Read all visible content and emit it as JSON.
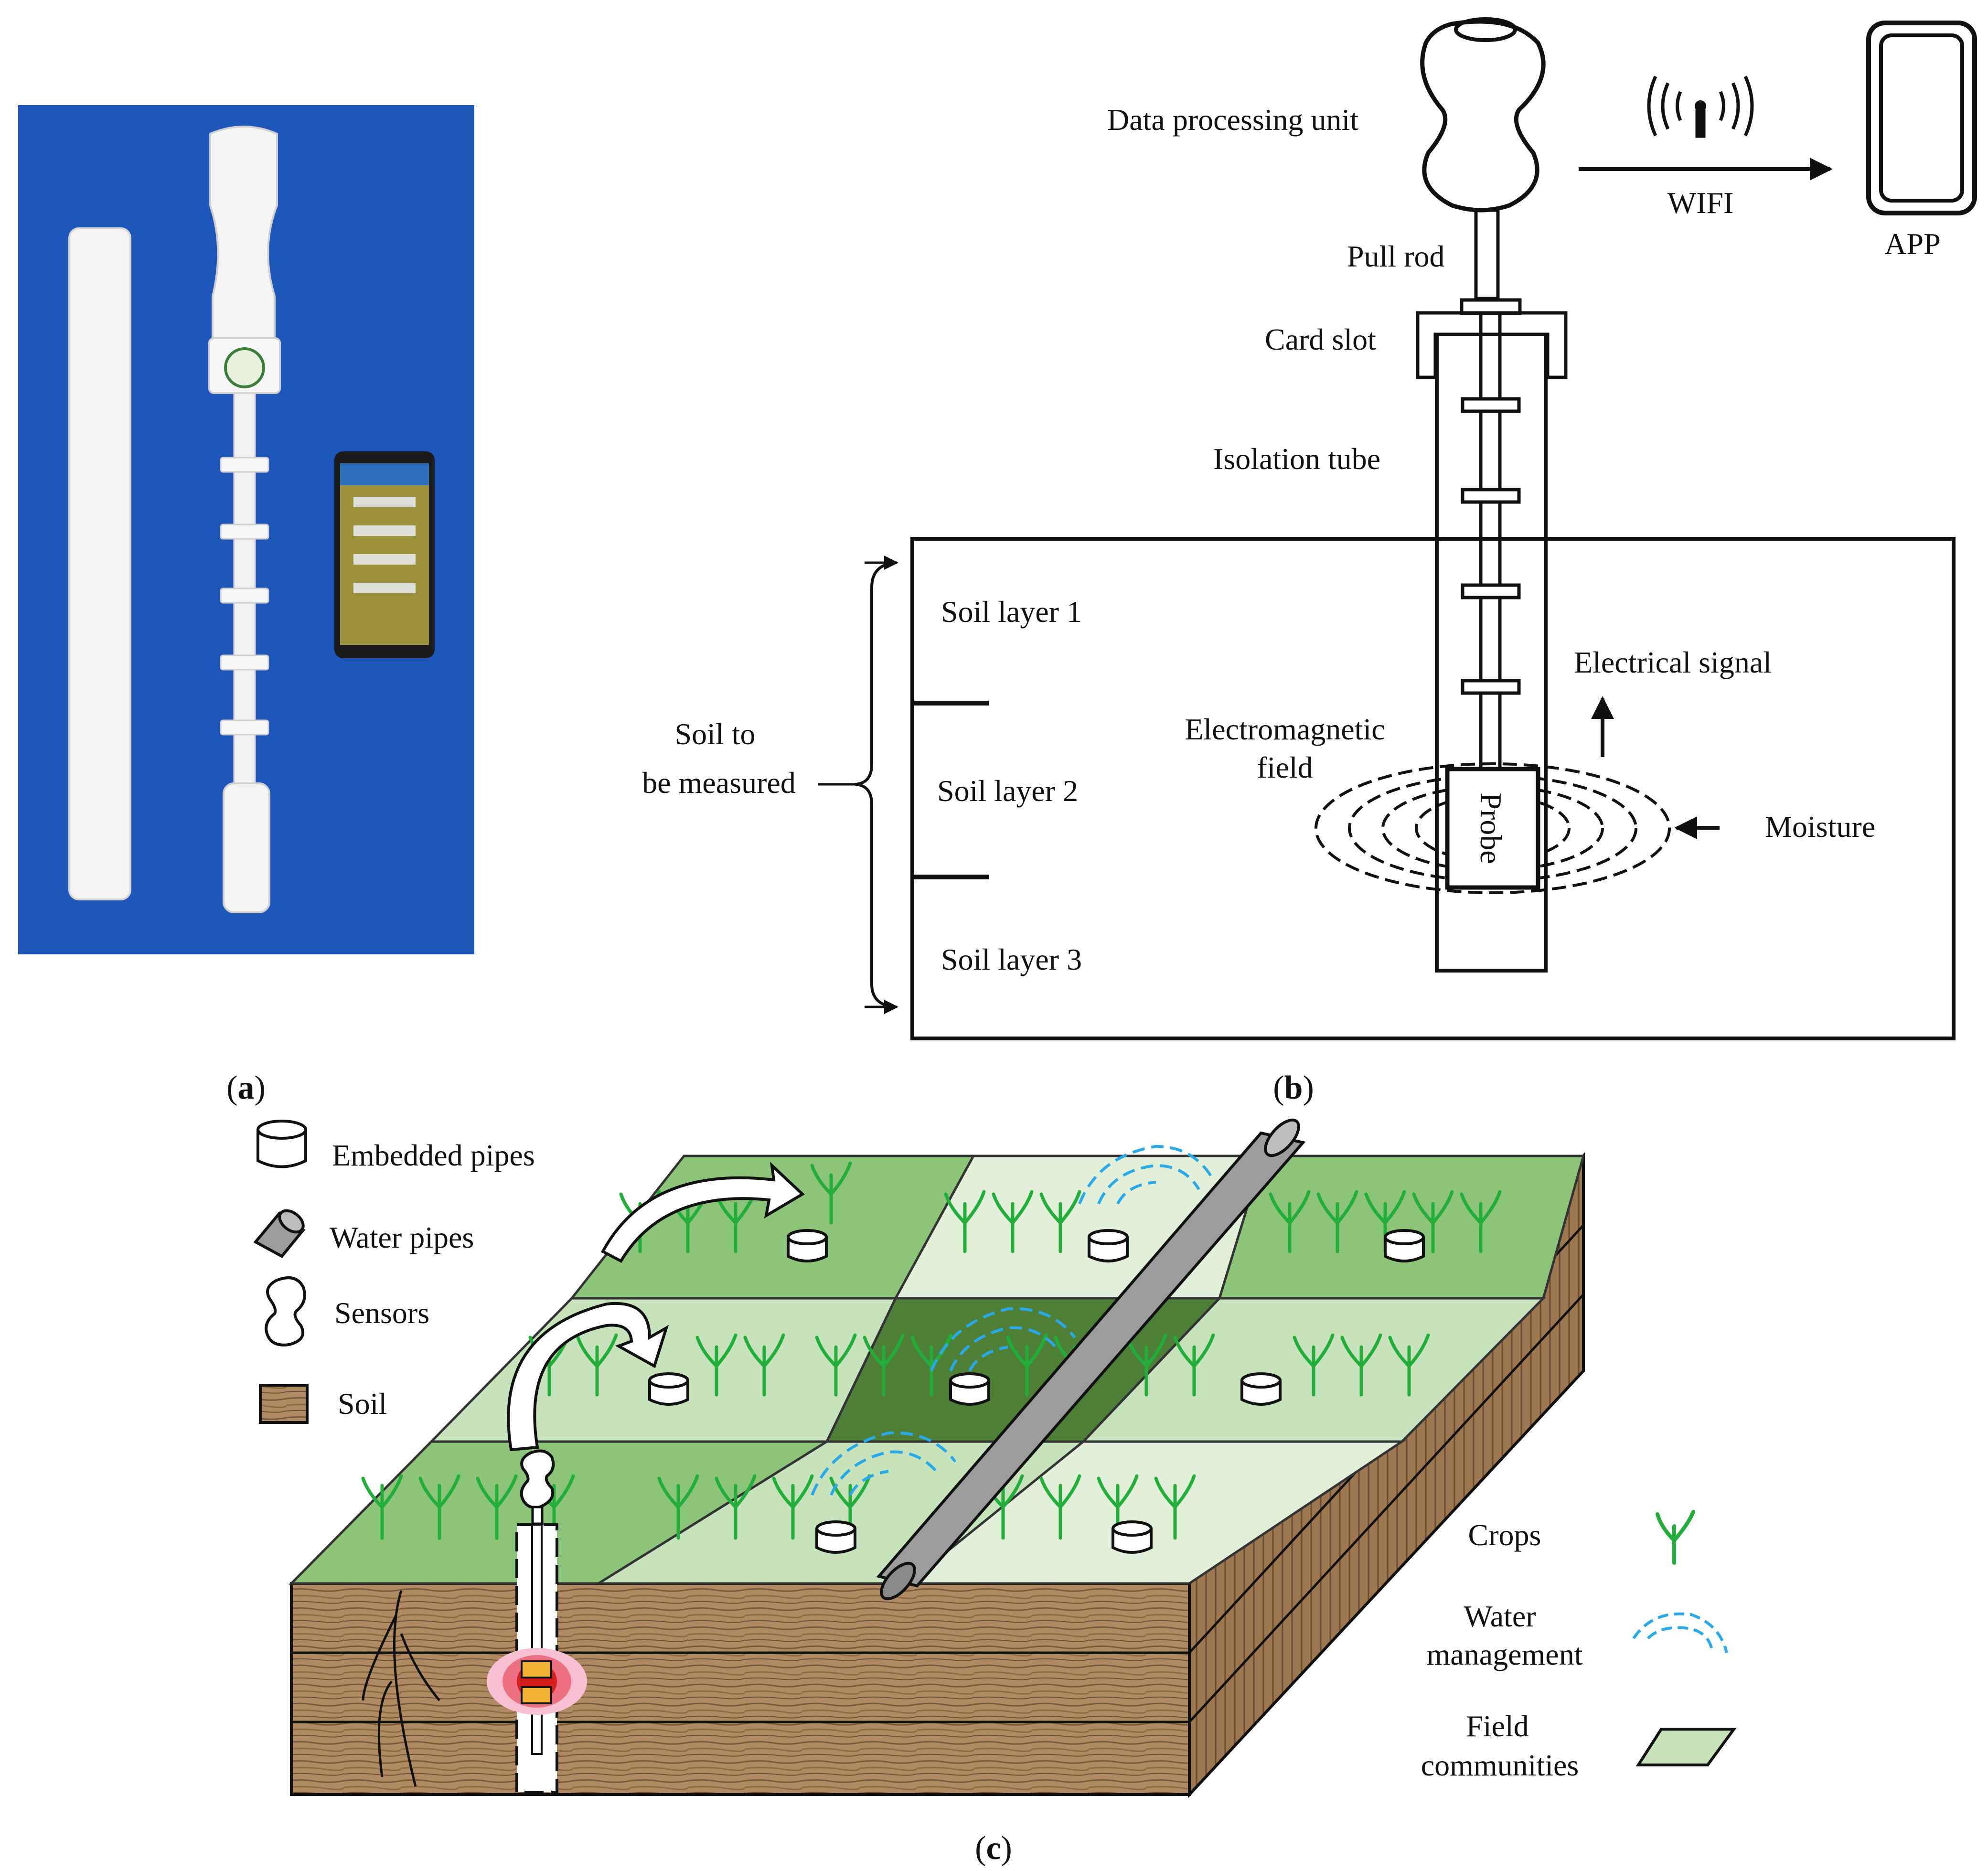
{
  "panel_a": {
    "caption_letter": "a",
    "photo_bg": "#1f56b9"
  },
  "panel_b": {
    "caption_letter": "b",
    "labels": {
      "data_processing_unit": "Data processing unit",
      "wifi": "WIFI",
      "app": "APP",
      "pull_rod": "Pull rod",
      "card_slot": "Card slot",
      "isolation_tube": "Isolation tube",
      "soil_layer_1": "Soil layer 1",
      "soil_layer_2": "Soil layer 2",
      "soil_layer_3": "Soil layer 3",
      "soil_to": "Soil to",
      "be_measured": "be measured",
      "electrical_signal": "Electrical signal",
      "electromagnetic": "Electromagnetic",
      "field": "field",
      "probe": "Probe",
      "moisture": "Moisture"
    }
  },
  "panel_c": {
    "caption_letter": "c",
    "legend_top": {
      "embedded_pipes": "Embedded pipes",
      "water_pipes": "Water pipes",
      "sensors": "Sensors",
      "soil": "Soil"
    },
    "legend_right": {
      "crops": "Crops",
      "water_management_1": "Water",
      "water_management_2": "management",
      "field_communities_1": "Field",
      "field_communities_2": "communities"
    },
    "colors": {
      "field_green": "#8cc47a",
      "field_light": "#c7e3bb",
      "field_pale": "#e2f0da",
      "field_dark": "#4e7f37",
      "crop": "#23ae3c",
      "water": "#2aa9e6",
      "soil": "#b28d66",
      "pipe": "#9c9c9c"
    }
  }
}
